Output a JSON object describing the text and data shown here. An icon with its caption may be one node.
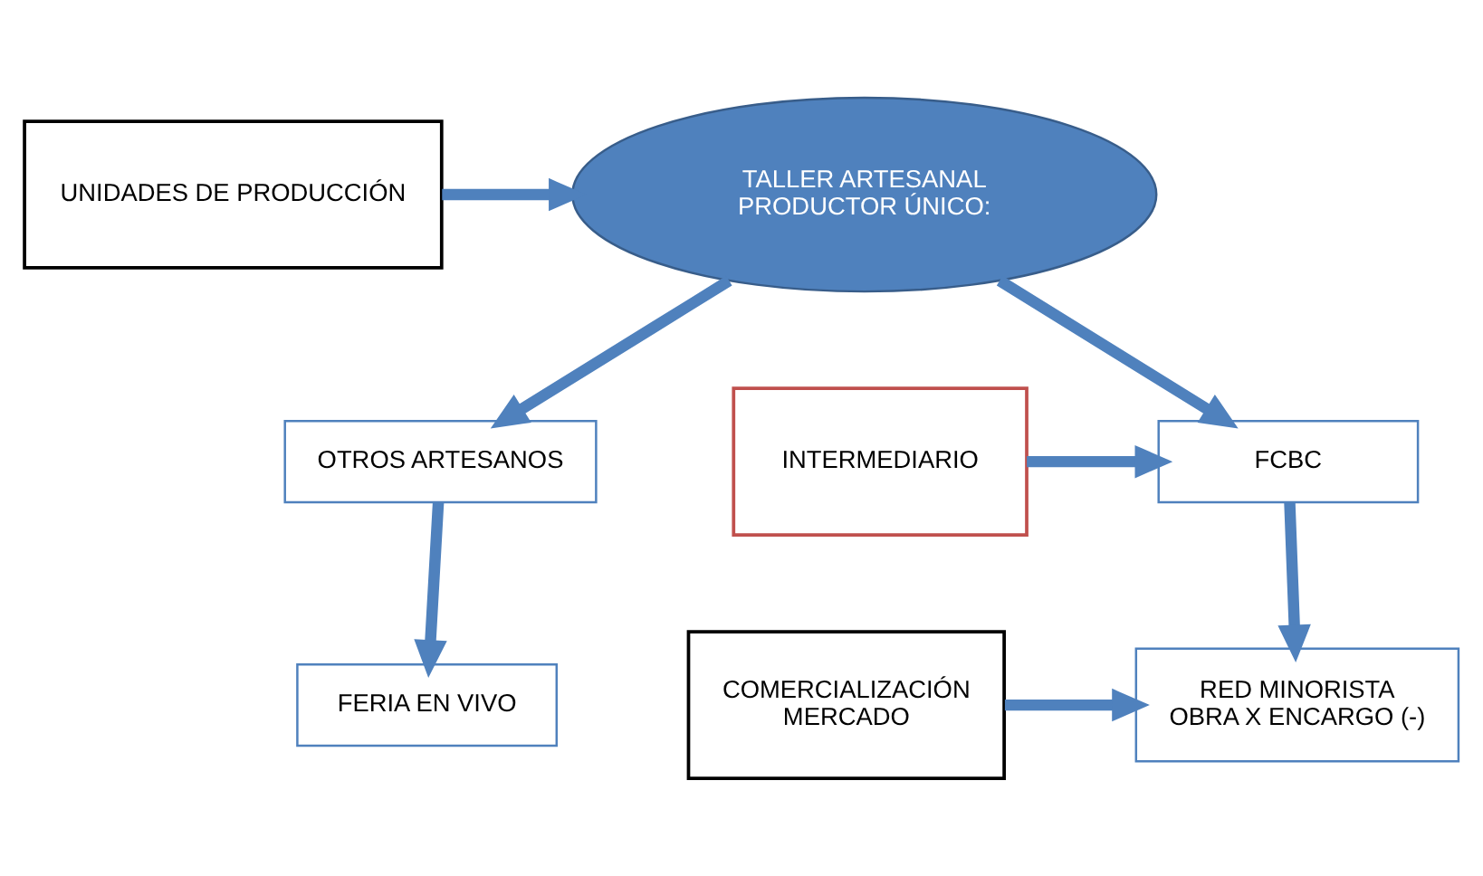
{
  "diagram": {
    "nodes": [
      {
        "text": [
          "UNIDADES DE PRODUCCIÓN"
        ]
      },
      {
        "text": [
          "TALLER ARTESANAL",
          "PRODUCTOR ÚNICO:"
        ]
      },
      {
        "text": [
          "INTERMEDIARIO"
        ]
      },
      {
        "text": [
          "FCBC"
        ]
      },
      {
        "text": [
          "OTROS ARTESANOS"
        ]
      },
      {
        "text": [
          "COMERCIALIZACIÓN",
          "MERCADO"
        ]
      },
      {
        "text": [
          "RED MINORISTA",
          "OBRA X ENCARGO (-)"
        ]
      },
      {
        "text": [
          "FERIA EN VIVO"
        ]
      }
    ],
    "edges": [
      {
        "from": 0,
        "to": 1,
        "arrow": "to"
      },
      {
        "from": 1,
        "to": 3,
        "arrow": "to"
      },
      {
        "from": 1,
        "to": 4,
        "arrow": "to"
      },
      {
        "from": 2,
        "to": 3,
        "arrow": "to"
      },
      {
        "from": 3,
        "to": 6,
        "arrow": "to"
      },
      {
        "from": 4,
        "to": 7,
        "arrow": "to"
      },
      {
        "from": 5,
        "to": 6,
        "arrow": "to"
      }
    ]
  }
}
